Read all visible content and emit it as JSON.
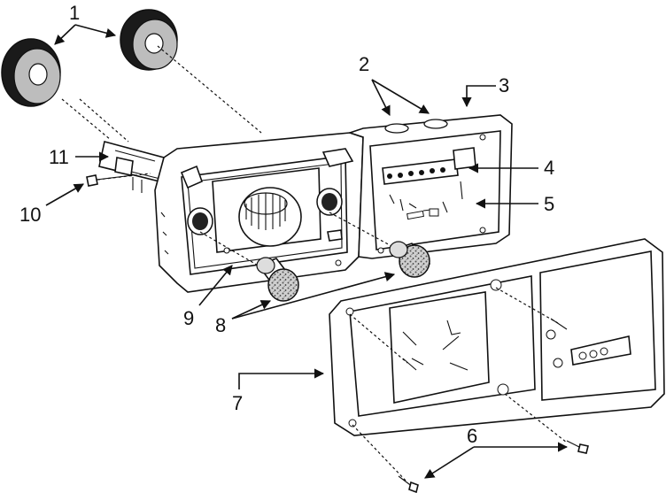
{
  "figure": {
    "callouts": [
      {
        "id": "1",
        "text": "1"
      },
      {
        "id": "2",
        "text": "2"
      },
      {
        "id": "3",
        "text": "3"
      },
      {
        "id": "4",
        "text": "4"
      },
      {
        "id": "5",
        "text": "5"
      },
      {
        "id": "6",
        "text": "6"
      },
      {
        "id": "7",
        "text": "7"
      },
      {
        "id": "8",
        "text": "8"
      },
      {
        "id": "9",
        "text": "9"
      },
      {
        "id": "10",
        "text": "10"
      },
      {
        "id": "11",
        "text": "11"
      }
    ]
  }
}
